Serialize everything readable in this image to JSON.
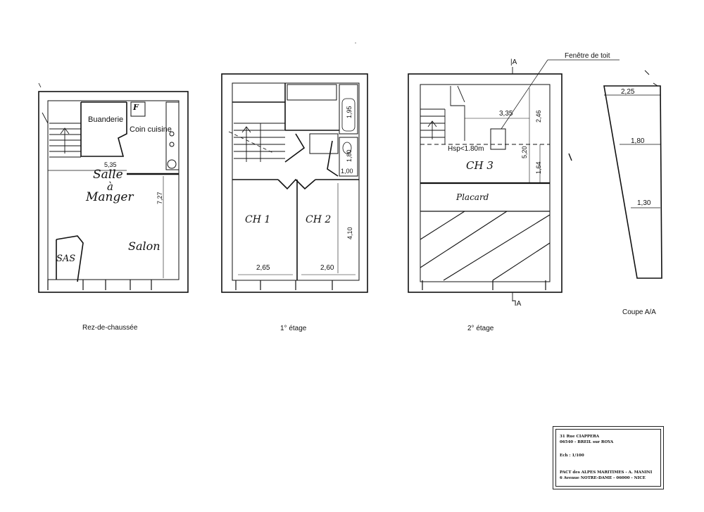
{
  "captions": {
    "rez": "Rez-de-chaussée",
    "etage1": "1° étage",
    "etage2": "2° étage",
    "coupe": "Coupe A/A"
  },
  "rez": {
    "buanderie": "Buanderie",
    "coin_cuisine": "Coin cuisine",
    "salle_a_manger_1": "Salle",
    "salle_a_manger_2": "à",
    "salle_a_manger_3": "Manger",
    "salon": "Salon",
    "sas": "SAS",
    "dim_width": "5,35",
    "dim_depth": "7,27",
    "f_mark": "F"
  },
  "etage1": {
    "ch1": "CH 1",
    "ch2": "CH 2",
    "dim_ch1": "2,65",
    "dim_ch2": "2,60",
    "dim_depth": "4,10",
    "dim_bath": "1,95",
    "dim_wc": "1,80",
    "dim_wc_w": "1,00"
  },
  "etage2": {
    "ch3": "CH 3",
    "placard": "Placard",
    "hsp": "Hsp<1.80m",
    "fenetre": "Fenêtre de toit",
    "section_top": "|A",
    "section_bottom": "⅂A",
    "dim_3_35": "3,35",
    "dim_2_46": "2,46",
    "dim_5_20": "5,20",
    "dim_1_64": "1,64"
  },
  "coupe": {
    "h1": "2,25",
    "h2": "1,80",
    "h3": "1,30"
  },
  "titleblock": {
    "line1": "31 Rue CIAPPERA",
    "line2": "06540 - BREIL sur ROYA",
    "line3": "Ech : 1/100",
    "line4": "PACT des ALPES MARITIMES - A. MANINI",
    "line5": "6 Avenue NOTRE-DAME - 06000 - NICE"
  }
}
